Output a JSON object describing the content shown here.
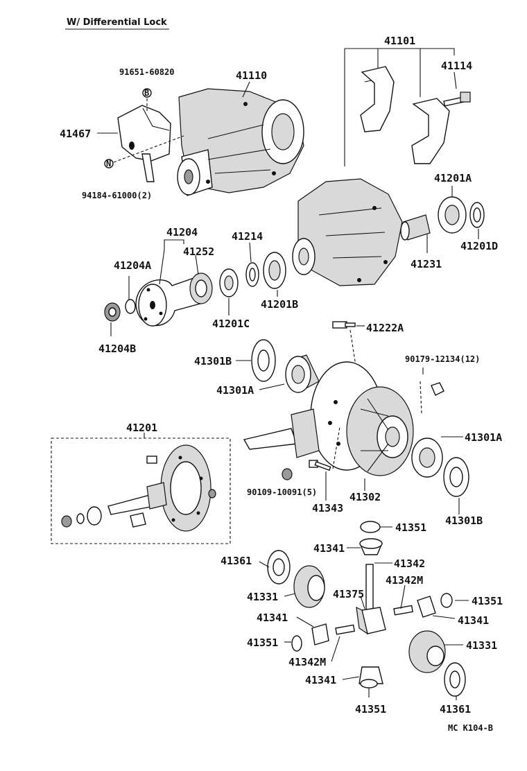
{
  "title": "W/ Differential Lock",
  "footer_code": "MC K104-B",
  "labels": {
    "p41101": "41101",
    "p41114": "41114",
    "p41110": "41110",
    "p91651": "91651-60820",
    "p41467": "41467",
    "p94184": "94184-61000(2)",
    "p41201A": "41201A",
    "p41201D": "41201D",
    "p41231": "41231",
    "p41204": "41204",
    "p41214": "41214",
    "p41204A": "41204A",
    "p41252": "41252",
    "p41201B": "41201B",
    "p41201C": "41201C",
    "p41204B": "41204B",
    "p41222A": "41222A",
    "p90179": "90179-12134(12)",
    "p41301B_top": "41301B",
    "p41301A_top": "41301A",
    "p41201": "41201",
    "p41301A_right": "41301A",
    "p90109": "90109-10091(5)",
    "p41302": "41302",
    "p41343": "41343",
    "p41301B_right": "41301B",
    "p41351_a": "41351",
    "p41341_a": "41341",
    "p41342": "41342",
    "p41361_left": "41361",
    "p41342M_right": "41342M",
    "p41331_left": "41331",
    "p41375": "41375",
    "p41351_b": "41351",
    "p41341_b": "41341",
    "p41341_c": "41341",
    "p41351_c": "41351",
    "p41342M_left": "41342M",
    "p41331_right": "41331",
    "p41341_d": "41341",
    "p41351_d": "41351",
    "p41361_right": "41361"
  },
  "markers": {
    "b": "B",
    "n": "N"
  }
}
